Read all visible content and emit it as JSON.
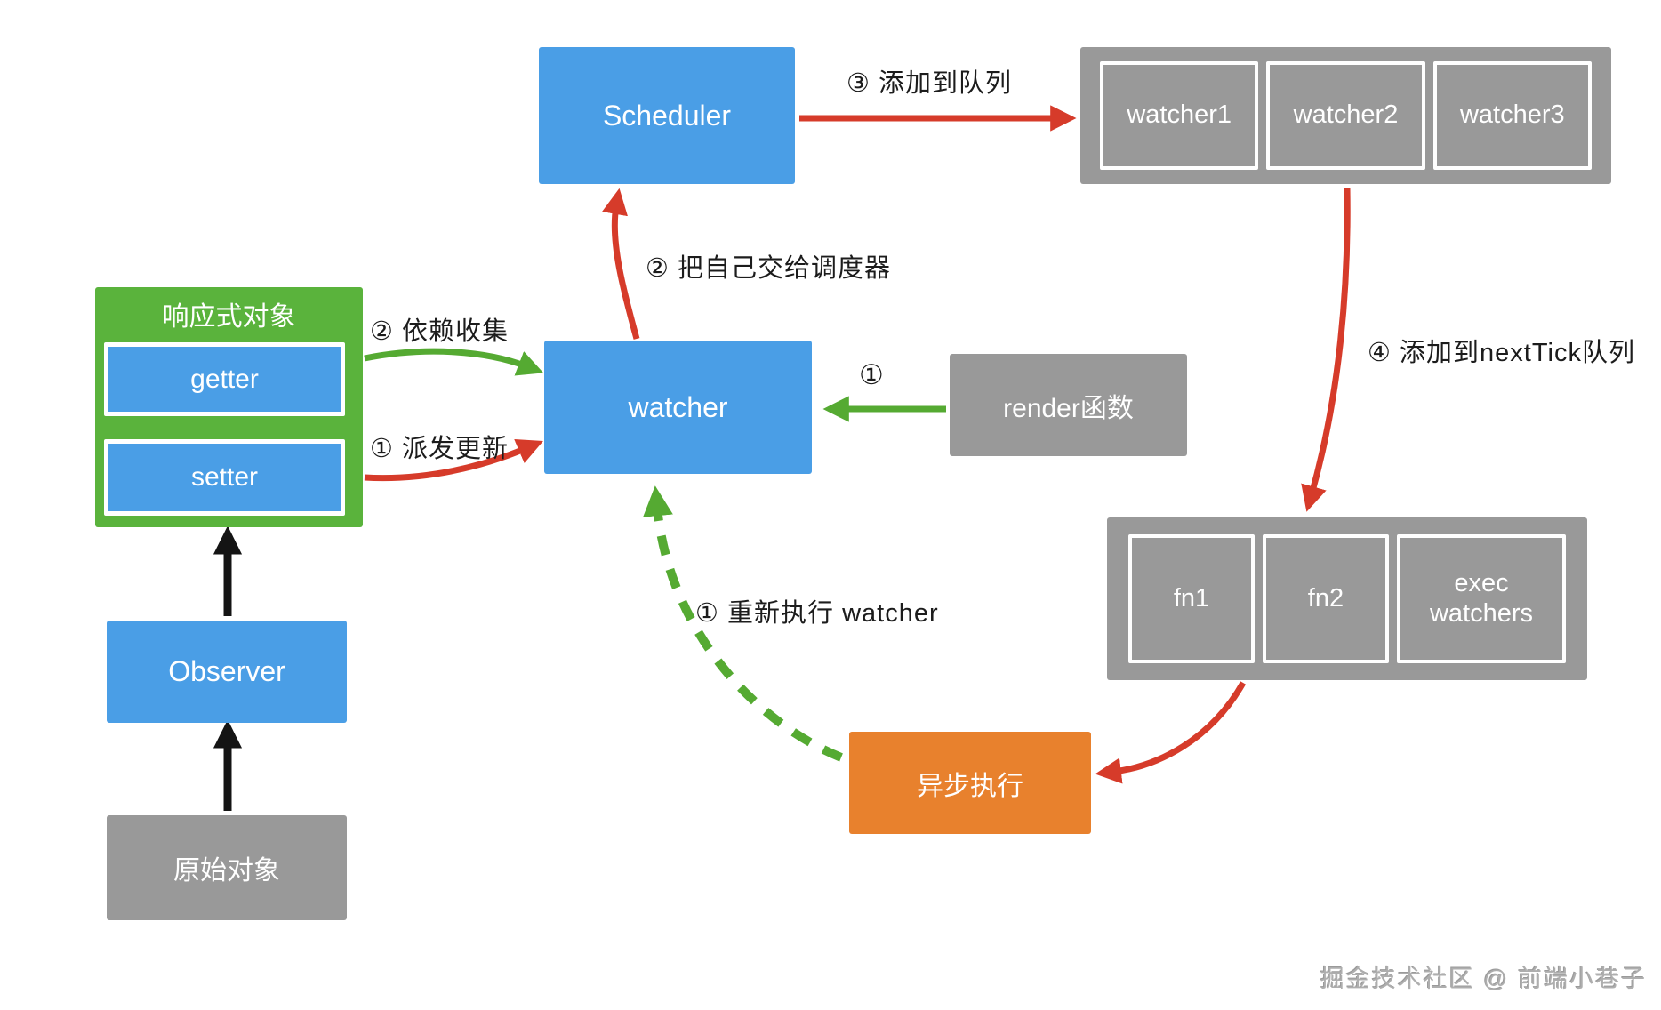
{
  "diagram_title": "Vue reactivity / scheduler flow diagram",
  "colors": {
    "blue_box": "#4A9EE6",
    "green_box": "#5AB33C",
    "gray_box": "#999999",
    "orange_box": "#E8812D",
    "red_arrow": "#D63B2A",
    "green_arrow": "#55AA32",
    "black_arrow": "#141414",
    "label_text": "#1c1c1c",
    "watermark_text": "#aeaeae"
  },
  "nodes": {
    "scheduler": {
      "label": "Scheduler"
    },
    "watcher_queue": {
      "items": [
        "watcher1",
        "watcher2",
        "watcher3"
      ]
    },
    "reactive_object": {
      "title": "响应式对象",
      "getter": "getter",
      "setter": "setter"
    },
    "watcher": {
      "label": "watcher"
    },
    "render_fn": {
      "label": "render函数"
    },
    "next_tick_queue": {
      "items": [
        "fn1",
        "fn2",
        "exec watchers"
      ]
    },
    "async_exec": {
      "label": "异步执行"
    },
    "observer": {
      "label": "Observer"
    },
    "raw_object": {
      "label": "原始对象"
    }
  },
  "labels": {
    "add_to_queue": "③ 添加到队列",
    "hand_to_scheduler": "② 把自己交给调度器",
    "dep_collect": "② 依赖收集",
    "dispatch_update": "① 派发更新",
    "render_step": "①",
    "add_to_next_tick": "④ 添加到nextTick队列",
    "re_run_watcher": "① 重新执行 watcher"
  },
  "watermark": "掘金技术社区 @ 前端小巷子"
}
